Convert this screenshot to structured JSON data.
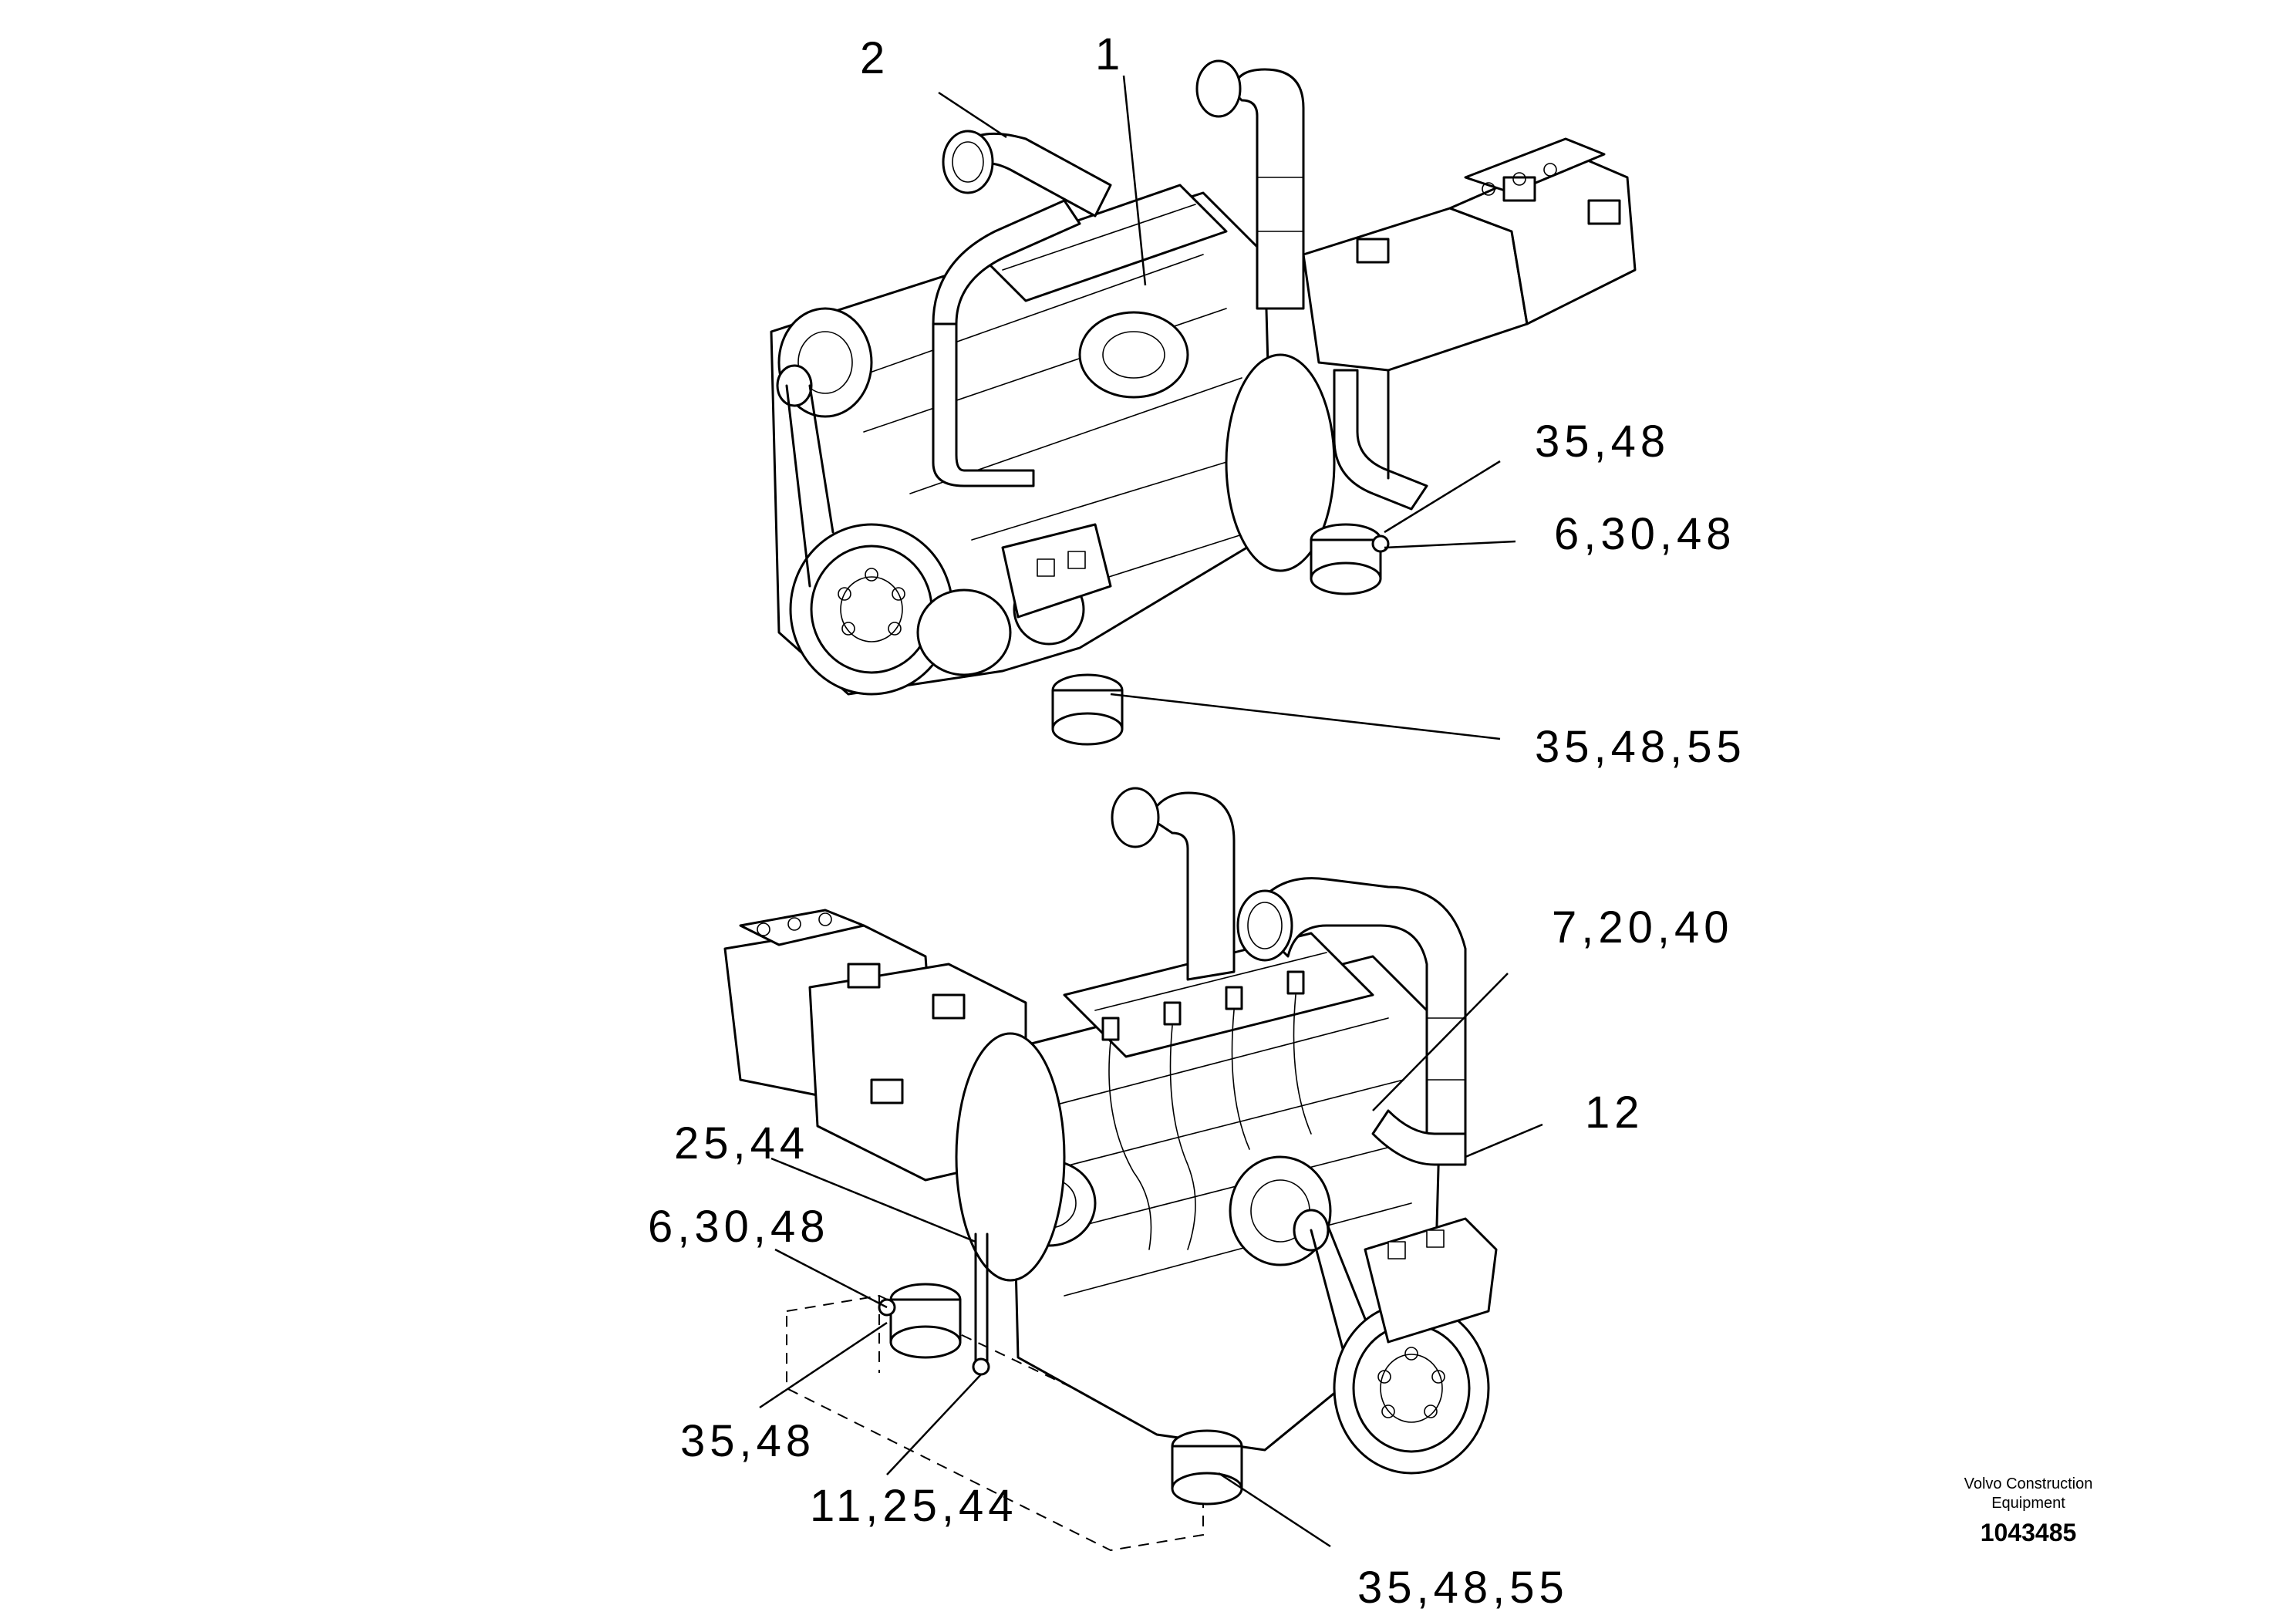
{
  "callouts_top": {
    "c1": "1",
    "c2": "2",
    "c3": "35,48",
    "c4": "6,30,48",
    "c5": "35,48,55"
  },
  "callouts_bottom": {
    "c1": "7,20,40",
    "c2": "12",
    "c3": "25,44",
    "c4": "6,30,48",
    "c5": "35,48",
    "c6": "11,25,44",
    "c7": "35,48,55"
  },
  "footer": {
    "brand_line1": "Volvo Construction",
    "brand_line2": "Equipment",
    "doc_number": "1043485"
  }
}
